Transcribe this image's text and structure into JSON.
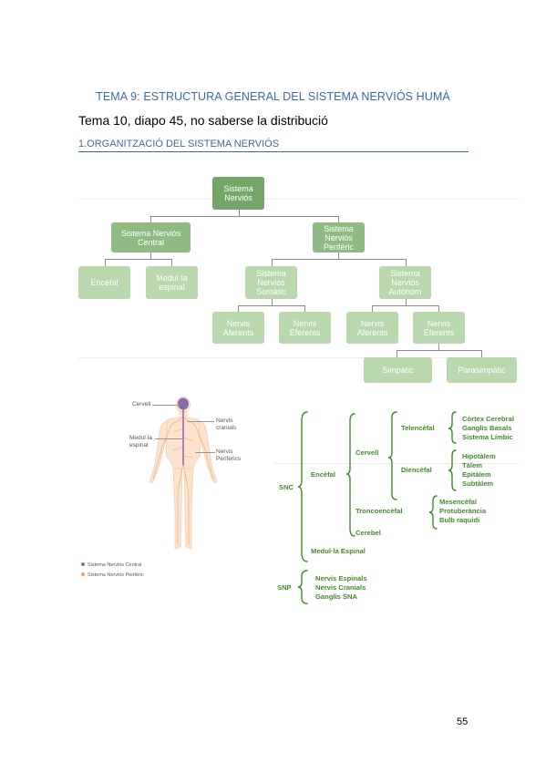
{
  "header": {
    "title": "TEMA 9: ESTRUCTURA GENERAL DEL SISTEMA NERVIÓS HUMÀ",
    "subtitle": "Tema 10, diapo 45, no saberse la distribució",
    "section": "1.ORGANITZACIÓ DEL SISTEMA NERVIÓS"
  },
  "org_chart": {
    "root": "Sistema Nerviós",
    "central": "Sistema Nerviós Central",
    "peripheral": "Sistema Nerviós Perifèric",
    "encefal": "Encèfal",
    "medulla": "Medul·la espinal",
    "somatic": "Sistema Nerviós Somàtic",
    "autonom": "Sistema Nerviós Autònom",
    "somatic_aferents": "Nervis Aferents",
    "somatic_eferents": "Nervis Eferents",
    "autonom_aferents": "Nervis Aferents",
    "autonom_eferents": "Nervis Eferents",
    "simpatic": "Simpàtic",
    "parasimpatic": "Parasimpàtic"
  },
  "body_figure": {
    "cervell": "Cervell",
    "medulla": "Medul·la espinal",
    "nervis_cranials": "Nervis cranials",
    "nervis_periferics": "Nervis Perifèrics",
    "legend_central": "Sistema Nerviós Central",
    "legend_periferic": "Sistema Nerviós Perifèric",
    "legend_central_color": "#8a6aa8",
    "legend_periferic_color": "#f0a050"
  },
  "tree": {
    "snc": "SNC",
    "encefal": "Encèfal",
    "cervell": "Cervell",
    "telencefal": "Telencèfal",
    "cortex": "Còrtex Cerebral",
    "ganglis_basals": "Ganglis Basals",
    "limbic": "Sistema Límbic",
    "diencefal": "Diencèfal",
    "hipotalem": "Hipotàlem",
    "talem": "Tàlem",
    "epitalem": "Epitàlem",
    "subtalem": "Subtàlem",
    "troncoencefal": "Troncoencèfal",
    "mesencefal": "Mesencèfal",
    "protuberancia": "Protuberància",
    "bulb": "Bulb raquidi",
    "cerebel": "Cerebel",
    "medulla_espinal": "Medul·la Espinal",
    "snp": "SNP",
    "nervis_espinals": "Nervis Espinals",
    "nervis_cranials": "Nervis Cranials",
    "ganglis_sna": "Ganglis SNA"
  },
  "footer": {
    "page_number": "55"
  }
}
